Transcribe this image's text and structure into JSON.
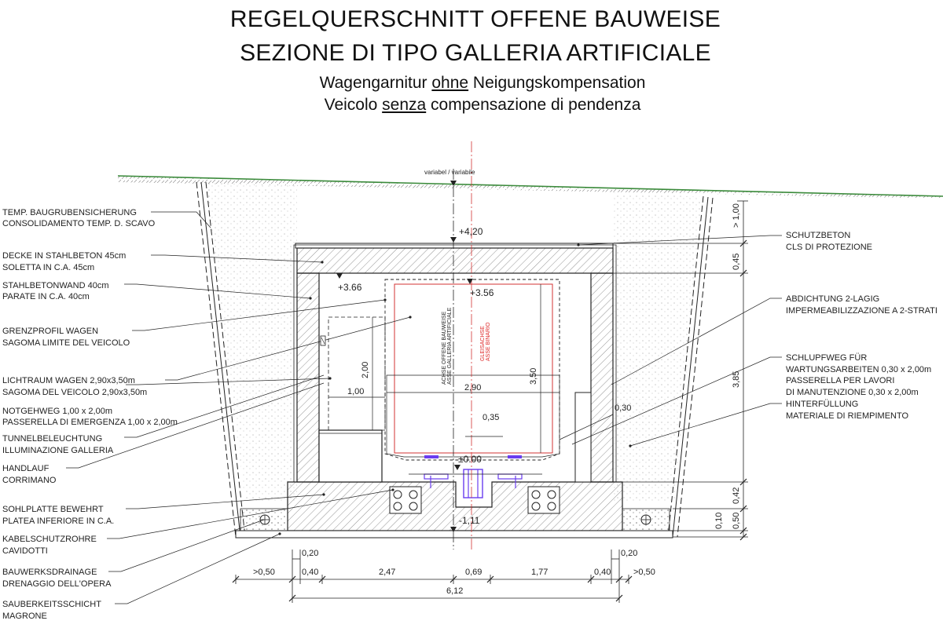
{
  "title": {
    "line1": "REGELQUERSCHNITT OFFENE BAUWEISE",
    "line2": "SEZIONE DI TIPO GALLERIA ARTIFICIALE"
  },
  "subtitle": {
    "line1_a": "Wagengarnitur ",
    "line1_b": "ohne",
    "line1_c": " Neigungskompensation",
    "line2_a": "Veicolo ",
    "line2_b": "senza",
    "line2_c": " compensazione di pendenza"
  },
  "labels_left": [
    {
      "de": "TEMP. BAUGRUBENSICHERUNG",
      "it": "CONSOLIDAMENTO TEMP. D. SCAVO"
    },
    {
      "de": "DECKE IN STAHLBETON 45cm",
      "it": "SOLETTA IN C.A. 45cm"
    },
    {
      "de": "STAHLBETONWAND 40cm",
      "it": "PARATE IN C.A. 40cm"
    },
    {
      "de": "GRENZPROFIL WAGEN",
      "it": "SAGOMA LIMITE DEL VEICOLO"
    },
    {
      "de": "LICHTRAUM WAGEN 2,90x3,50m",
      "it": "SAGOMA DEL VEICOLO 2,90x3,50m"
    },
    {
      "de": "NOTGEHWEG 1,00 x 2,00m",
      "it": "PASSERELLA DI EMERGENZA 1,00 x 2,00m"
    },
    {
      "de": "TUNNELBELEUCHTUNG",
      "it": "ILLUMINAZIONE GALLERIA"
    },
    {
      "de": "HANDLAUF",
      "it": "CORRIMANO"
    },
    {
      "de": "SOHLPLATTE BEWEHRT",
      "it": "PLATEA INFERIORE IN C.A."
    },
    {
      "de": "KABELSCHUTZROHRE",
      "it": "CAVIDOTTI"
    },
    {
      "de": "BAUWERKSDRAINAGE",
      "it": "DRENAGGIO DELL'OPERA"
    },
    {
      "de": "SAUBERKEITSSCHICHT",
      "it": "MAGRONE"
    }
  ],
  "labels_right": [
    {
      "l1": "SCHUTZBETON",
      "l2": "CLS DI PROTEZIONE"
    },
    {
      "l1": "ABDICHTUNG 2-LAGIG",
      "l2": "IMPERMEABILIZZAZIONE A 2-STRATI"
    },
    {
      "l1": "SCHLUPFWEG FÜR",
      "l2": "WARTUNGSARBEITEN 0,30 x 2,00m",
      "l3": "PASSERELLA PER LAVORI",
      "l4": "DI MANUTENZIONE 0,30 x 2,00m"
    },
    {
      "l1": "HINTERFÜLLUNG",
      "l2": "MATERIALE DI RIEMPIMENTO"
    }
  ],
  "levels": {
    "top": "+4,20",
    "left_inner": "+3.66",
    "right_inner": "+3.56",
    "zero": "±0.00",
    "bottom": "-1,11"
  },
  "dims_bottom": {
    "a": ">0,50",
    "b": "0,40",
    "c": "2,47",
    "d": "0,69",
    "e": "1,77",
    "f": "0,40",
    "g": ">0,50",
    "total": "6,12",
    "left_020": "0,20",
    "right_020": "0,20"
  },
  "dims_inner": {
    "h200": "2,00",
    "w100": "1,00",
    "w290": "2,90",
    "h350": "3,50",
    "w035": "0,35",
    "w030": "0,30"
  },
  "dims_right": {
    "d100": "> 1,00",
    "d045": "0,45",
    "d385": "3,85",
    "d042": "0,42",
    "d050": "0,50",
    "d010": "0,10"
  },
  "axis": {
    "variabel": "variabel / variabile",
    "axis_de": "ACHSE OFFENE BAUWEISE",
    "axis_it": "ASSE GALLERIA ARTIFICIALE",
    "track_de": "GLEISACHSE",
    "track_it": "ASSE BINARIO"
  },
  "colors": {
    "ground": "#3a8a3a",
    "vehicle": "#d33333",
    "axis_red": "#d33333",
    "rail": "#6a3df0",
    "line": "#222222"
  }
}
